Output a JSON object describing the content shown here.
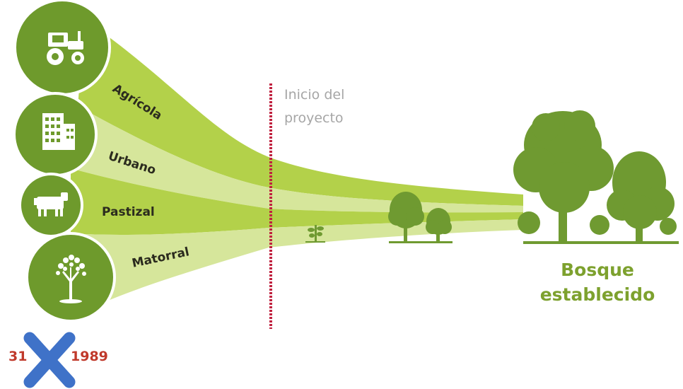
{
  "sources": [
    {
      "label": "Agrícola",
      "icon": "tractor-icon"
    },
    {
      "label": "Urbano",
      "icon": "building-icon"
    },
    {
      "label": "Pastizal",
      "icon": "cow-icon"
    },
    {
      "label": "Matorral",
      "icon": "shrub-icon"
    }
  ],
  "milestone": {
    "line1": "Inicio del",
    "line2": "proyecto"
  },
  "outcome": {
    "line1": "Bosque",
    "line2": "establecido"
  },
  "date_stamp": {
    "left": "31",
    "right": "1989"
  },
  "colors": {
    "circle": "#6e9a2c",
    "band_dark": "#b3d14a",
    "band_light": "#d6e69b",
    "tree": "#6f9a31",
    "outcome_text": "#7da12e",
    "milestone_line": "#c0213f",
    "milestone_text": "#a6a6a6",
    "date_text": "#c0392b",
    "cross_mark": "#3f72c8"
  }
}
